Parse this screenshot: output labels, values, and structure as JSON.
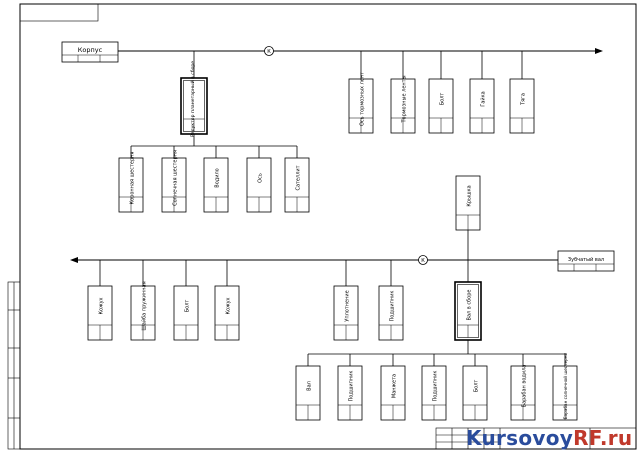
{
  "top_line": {
    "label": "Корпус",
    "node": "К"
  },
  "assembly_top": {
    "label": "Редуктор планетарный в сборе"
  },
  "top_right_parts": [
    "Ось тормозных лент",
    "Тормозные ленты",
    "Болт",
    "Гайка",
    "Тяга"
  ],
  "assembly_top_parts": [
    "Коронная шестерня",
    "Солнечная шестерня",
    "Водило",
    "Ось",
    "Сателлит"
  ],
  "middle_line": {
    "label": "Зубчатый вал",
    "node": "К"
  },
  "cover": {
    "label": "Крышка"
  },
  "middle_left_parts": [
    "Кожух",
    "Шайба пружинная",
    "Болт",
    "Кожух"
  ],
  "middle_parts": [
    "Уплотнение",
    "Подшипник"
  ],
  "assembly_shaft": {
    "label": "Вал в сборе"
  },
  "shaft_parts": [
    "Вал",
    "Подшипник",
    "Манжета",
    "Подшипник",
    "Болт",
    "Барабан водила",
    "Барабан солнечной шестерни"
  ],
  "watermark": {
    "part1": "Kursovoy",
    "part2": "RF.ru"
  },
  "colors": {
    "line": "#000000",
    "watermark_blue": "#2a4c9c",
    "watermark_red": "#c0392b"
  }
}
